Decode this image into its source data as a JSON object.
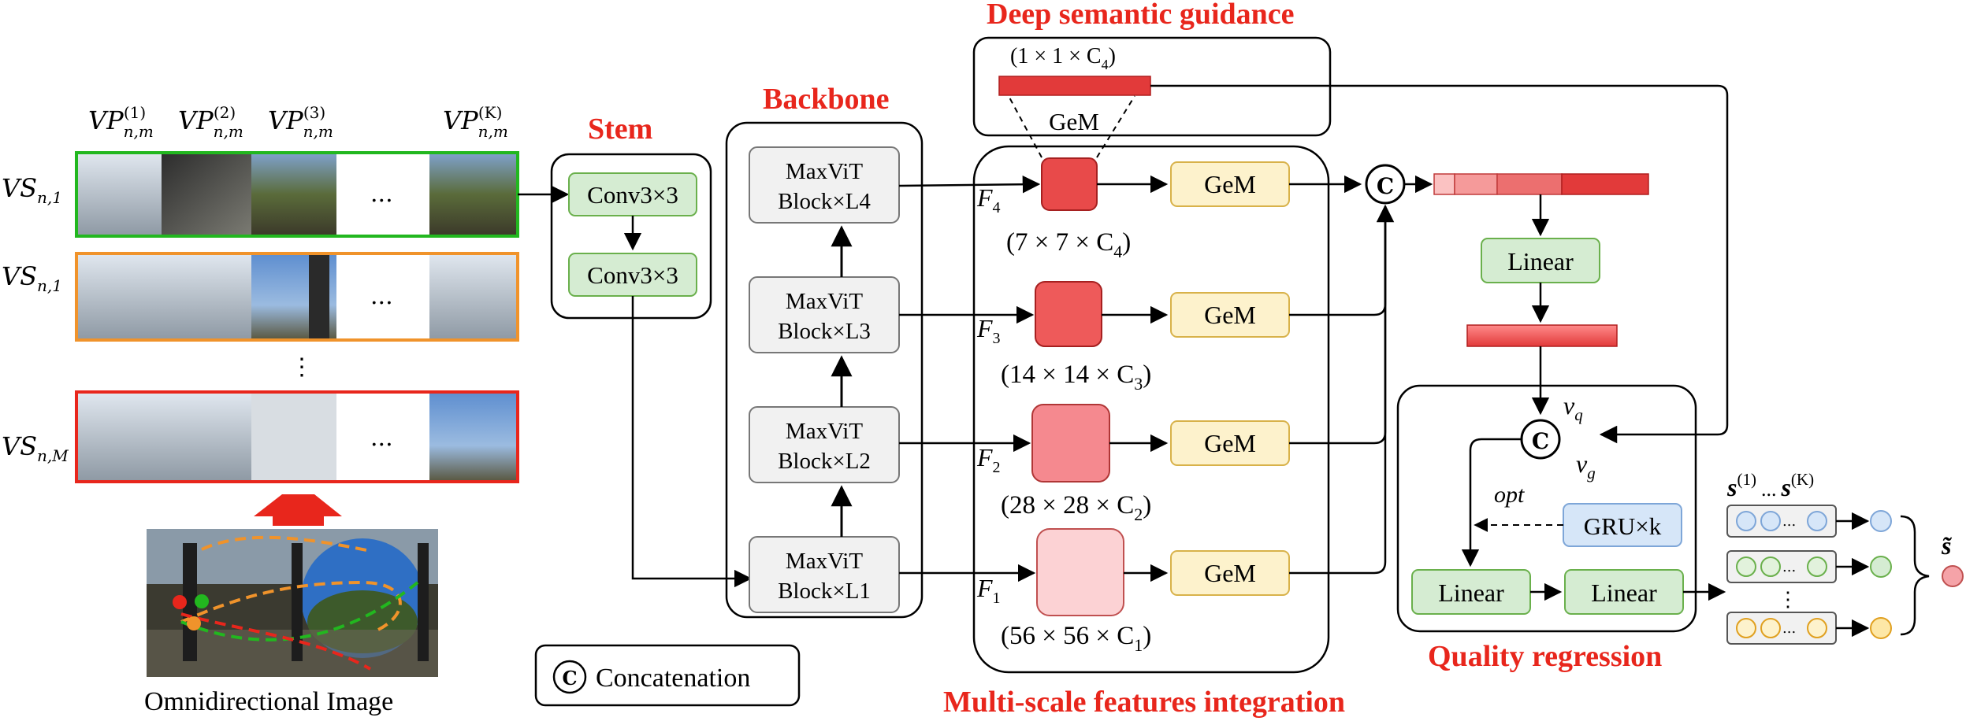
{
  "titles": {
    "stem": "Stem",
    "backbone": "Backbone",
    "deep": "Deep semantic guidance",
    "multiscale": "Multi-scale features integration",
    "quality": "Quality regression"
  },
  "viewports": {
    "col1": "VP",
    "col2": "VP",
    "col3": "VP",
    "colK": "VP",
    "sub": "n,m",
    "sup1": "(1)",
    "sup2": "(2)",
    "sup3": "(3)",
    "supK": "(K)",
    "ellipsis": "...",
    "vdots": "⋮"
  },
  "sequences": {
    "row_main": "VS",
    "row1_sub": "n,1",
    "row2_sub": "n,1",
    "rowM_sub": "n,M"
  },
  "omni_label": "Omnidirectional Image",
  "stem_blocks": [
    "Conv3×3",
    "Conv3×3"
  ],
  "backbone_blocks": [
    {
      "line1": "MaxViT",
      "line2": "Block×L4"
    },
    {
      "line1": "MaxViT",
      "line2": "Block×L3"
    },
    {
      "line1": "MaxViT",
      "line2": "Block×L2"
    },
    {
      "line1": "MaxViT",
      "line2": "Block×L1"
    }
  ],
  "features": [
    {
      "name": "F",
      "sub": "4",
      "dims": "(7 × 7 × C",
      "dsub": "4",
      "close": ")"
    },
    {
      "name": "F",
      "sub": "3",
      "dims": "(14 × 14 × C",
      "dsub": "3",
      "close": ")"
    },
    {
      "name": "F",
      "sub": "2",
      "dims": "(28 × 28 × C",
      "dsub": "2",
      "close": ")"
    },
    {
      "name": "F",
      "sub": "1",
      "dims": "(56 × 56 × C",
      "dsub": "1",
      "close": ")"
    }
  ],
  "gem_label": "GeM",
  "deep_dims": {
    "text": "(1 × 1 × C",
    "sub": "4",
    "close": ")"
  },
  "linear_label": "Linear",
  "concat_symbol": "C",
  "legend_concat": "Concatenation",
  "gru_label": "GRU×k",
  "opt_label": "opt",
  "vq": {
    "v": "v",
    "sub": "q"
  },
  "vg": {
    "v": "v",
    "sub": "g"
  },
  "scores": {
    "s": "s",
    "sup1": "(1)",
    "dots": "...",
    "supK": "(K)",
    "final": "s̃"
  },
  "colors": {
    "title_red": "#e8261c",
    "green_fill": "#d5ecd2",
    "green_stroke": "#6ab04c",
    "yellow_fill": "#fdf2cc",
    "yellow_stroke": "#d8b24a",
    "blue_fill": "#d6e6f8",
    "blue_stroke": "#7ea6d8",
    "gray_fill": "#f1f1f1",
    "gray_stroke": "#777777",
    "row_green": "#22b71f",
    "row_orange": "#f0932b",
    "row_red": "#e8261c"
  }
}
